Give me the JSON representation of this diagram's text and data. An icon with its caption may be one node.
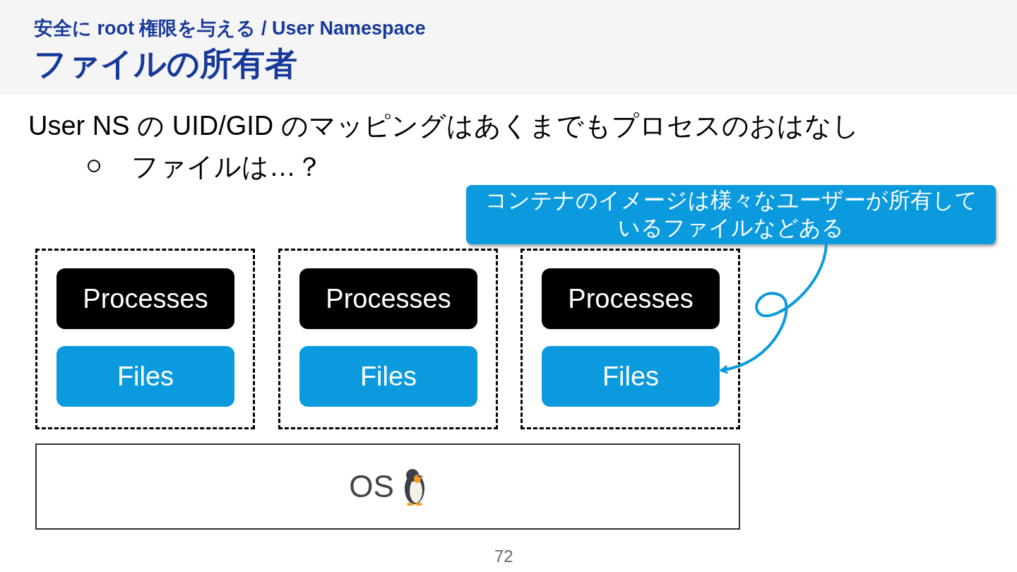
{
  "diagram": {
    "title": "ファイルの所有者",
    "nodes": [
      {
        "text": [],
        "shape": "box"
      },
      {
        "text": [],
        "shape": "box"
      },
      {
        "text": [],
        "shape": "box"
      },
      {
        "text": [
          "Processes"
        ],
        "in": 0
      },
      {
        "text": [
          "Files"
        ],
        "in": 0
      },
      {
        "text": [
          "Processes"
        ],
        "in": 1
      },
      {
        "text": [
          "Files"
        ],
        "in": 1
      },
      {
        "text": [
          "Processes"
        ],
        "in": 2
      },
      {
        "text": [
          "Files"
        ],
        "in": 2
      },
      {
        "text": [
          "OS"
        ]
      },
      {
        "text": [
          "コンテナのイメージは様々なユーザーが所有しているファイルなどある"
        ]
      }
    ],
    "edges": [
      {
        "from": 10,
        "to": 8,
        "arrow": "to"
      }
    ],
    "labels": [
      "安全に root 権限を与える / User Namespace",
      "User NS の UID/GID のマッピングはあくまでもプロセスのおはなし",
      "ファイルは…？",
      "72"
    ]
  }
}
